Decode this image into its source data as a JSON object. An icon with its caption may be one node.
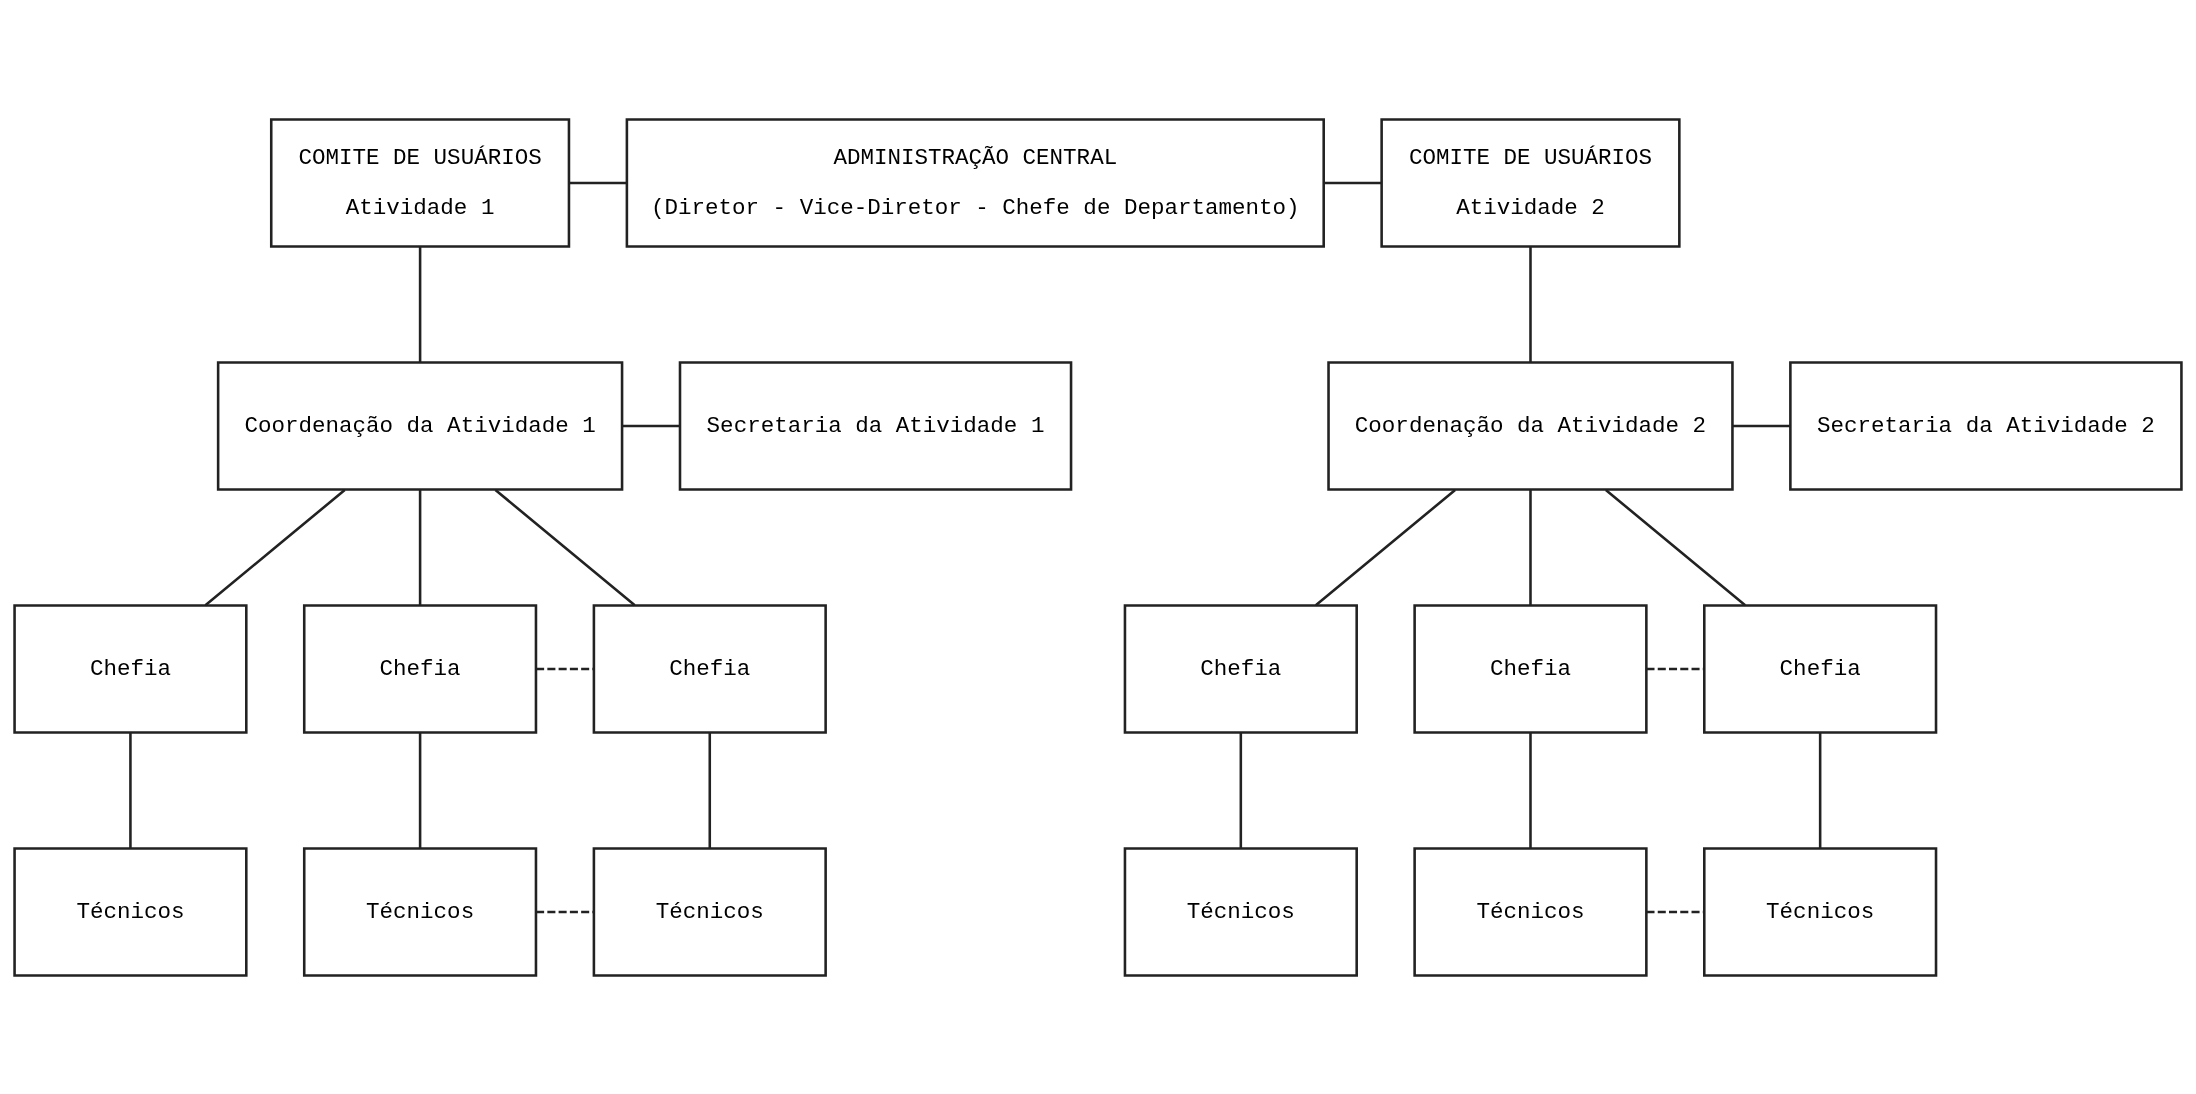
{
  "diagram": {
    "nodes": [
      {
        "text": [
          "COMITE DE USUÁRIOS",
          "Atividade 1"
        ]
      },
      {
        "text": [
          "ADMINISTRAÇÃO CENTRAL",
          "(Diretor - Vice-Diretor - Chefe de Departamento)"
        ]
      },
      {
        "text": [
          "COMITE DE USUÁRIOS",
          "Atividade 2"
        ]
      },
      {
        "text": [
          "Coordenação da Atividade 1"
        ]
      },
      {
        "text": [
          "Secretaria da Atividade 1"
        ]
      },
      {
        "text": [
          "Coordenação da Atividade 2"
        ]
      },
      {
        "text": [
          "Secretaria da Atividade 2"
        ]
      },
      {
        "text": [
          "Chefia"
        ]
      },
      {
        "text": [
          "Chefia"
        ]
      },
      {
        "text": [
          "Chefia"
        ]
      },
      {
        "text": [
          "Chefia"
        ]
      },
      {
        "text": [
          "Chefia"
        ]
      },
      {
        "text": [
          "Chefia"
        ]
      },
      {
        "text": [
          "Técnicos"
        ]
      },
      {
        "text": [
          "Técnicos"
        ]
      },
      {
        "text": [
          "Técnicos"
        ]
      },
      {
        "text": [
          "Técnicos"
        ]
      },
      {
        "text": [
          "Técnicos"
        ]
      },
      {
        "text": [
          "Técnicos"
        ]
      }
    ],
    "edges": [
      {
        "from": 0,
        "to": 1,
        "arrow": "none"
      },
      {
        "from": 1,
        "to": 2,
        "arrow": "none"
      },
      {
        "from": 0,
        "to": 3,
        "arrow": "none"
      },
      {
        "from": 2,
        "to": 5,
        "arrow": "none"
      },
      {
        "from": 3,
        "to": 4,
        "arrow": "none"
      },
      {
        "from": 5,
        "to": 6,
        "arrow": "none"
      },
      {
        "from": 3,
        "to": 7,
        "arrow": "none"
      },
      {
        "from": 3,
        "to": 8,
        "arrow": "none"
      },
      {
        "from": 3,
        "to": 9,
        "arrow": "none"
      },
      {
        "from": 5,
        "to": 10,
        "arrow": "none"
      },
      {
        "from": 5,
        "to": 11,
        "arrow": "none"
      },
      {
        "from": 5,
        "to": 12,
        "arrow": "none"
      },
      {
        "from": 8,
        "to": 9,
        "arrow": "none",
        "style": "dashed"
      },
      {
        "from": 11,
        "to": 12,
        "arrow": "none",
        "style": "dashed"
      },
      {
        "from": 7,
        "to": 13,
        "arrow": "none"
      },
      {
        "from": 8,
        "to": 14,
        "arrow": "none"
      },
      {
        "from": 9,
        "to": 15,
        "arrow": "none"
      },
      {
        "from": 10,
        "to": 16,
        "arrow": "none"
      },
      {
        "from": 11,
        "to": 17,
        "arrow": "none"
      },
      {
        "from": 12,
        "to": 18,
        "arrow": "none"
      },
      {
        "from": 14,
        "to": 15,
        "arrow": "none",
        "style": "dashed"
      },
      {
        "from": 17,
        "to": 18,
        "arrow": "none",
        "style": "dashed"
      }
    ]
  }
}
